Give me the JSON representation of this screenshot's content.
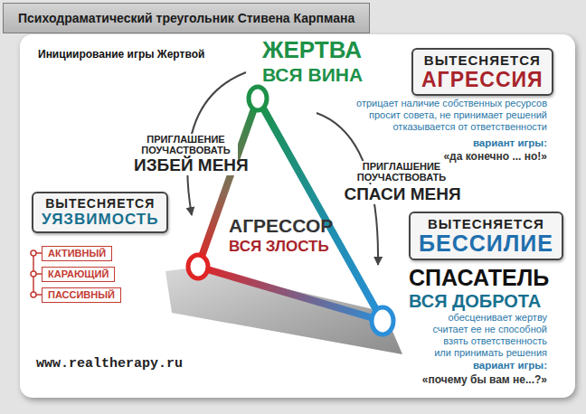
{
  "diagram": {
    "title": "Психодраматический треугольник Стивена Карпмана",
    "nodes": [
      {
        "text": [
          "ЖЕРТВА",
          "ВСЯ ВИНА"
        ]
      },
      {
        "text": [
          "ВЫТЕСНЯЕТСЯ",
          "АГРЕССИЯ"
        ]
      },
      {
        "text": [
          "ВЫТЕСНЯЕТСЯ",
          "УЯЗВИМОСТЬ"
        ]
      },
      {
        "text": [
          "АГРЕССОР",
          "ВСЯ ЗЛОСТЬ"
        ]
      },
      {
        "text": [
          "ВЫТЕСНЯЕТСЯ",
          "БЕССИЛИЕ"
        ]
      },
      {
        "text": [
          "АКТИВНЫЙ"
        ]
      },
      {
        "text": [
          "КАРАЮЩИЙ"
        ]
      },
      {
        "text": [
          "ПАССИВНЫЙ"
        ]
      },
      {
        "text": [
          "СПАСАТЕЛЬ",
          "ВСЯ ДОБРОТА"
        ]
      }
    ],
    "edges": [
      {
        "from": 0,
        "to": 3,
        "arrow": "none"
      },
      {
        "from": 3,
        "to": 8,
        "arrow": "none"
      },
      {
        "from": 0,
        "to": 8,
        "arrow": "none"
      },
      {
        "from": 0,
        "to": 3,
        "label": "ИЗБЕЙ МЕНЯ",
        "arrow": "to"
      },
      {
        "from": 0,
        "to": 8,
        "label": "СПАСИ МЕНЯ",
        "arrow": "to"
      }
    ],
    "labels": [
      "Инициирование игры Жертвой",
      "ПРИГЛАШЕНИЕ ПОУЧАСТВОВАТЬ",
      "ПРИГЛАШЕНИЕ ПОУЧАСТВОВАТЬ",
      "отрицает наличие собственных ресурсов просит совета, не принимает решений отказывается от ответственности",
      "вариант игры:",
      "«да конечно ... но!»",
      "обесценивает жертву считает ее не способной взять ответственность или принимать решения",
      "вариант игры:",
      "«почему бы вам не...?»",
      "www.realtherapy.ru"
    ]
  }
}
